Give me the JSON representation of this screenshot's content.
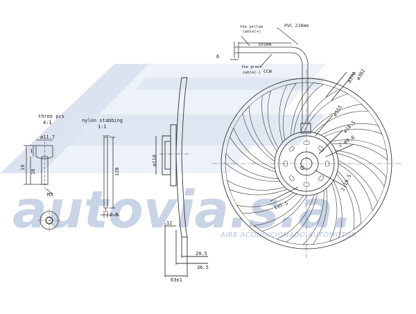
{
  "watermark": {
    "brand": "autovia.s.a.",
    "tagline": "AIRE ACONDICIONADO AUTOMOTOR",
    "color": "#c9d4e6"
  },
  "part_screw": {
    "title": "three pcs",
    "scale": "4:1",
    "dims": {
      "head": "ø11.7",
      "d19": "19",
      "d16": "16",
      "d1": "1",
      "thread": "M5"
    }
  },
  "part_nylon": {
    "title": "nylon stabbing",
    "scale": "1:1",
    "dims": {
      "length": "120",
      "thickness": "2.5"
    }
  },
  "side_view": {
    "dims": {
      "hub": "ø110",
      "d12": "12",
      "d20_5": "20.5",
      "d36_5": "36.5",
      "d63": "63±1"
    }
  },
  "cable": {
    "yellow": "the yellow",
    "yellow2": "cable(+)",
    "pvc": "PVC 230mm",
    "len": "355mm",
    "green": "the green",
    "green2": "cable(-)",
    "dir": "CCW",
    "d6": "6"
  },
  "front_view": {
    "dims": {
      "d370": "ø370",
      "d382": "ø382",
      "d155": "ø155",
      "d18_5": "ø18.5",
      "d4_6": "2-ø4.6",
      "d19_5": "2-19.5",
      "d135_5": "135.5"
    }
  }
}
